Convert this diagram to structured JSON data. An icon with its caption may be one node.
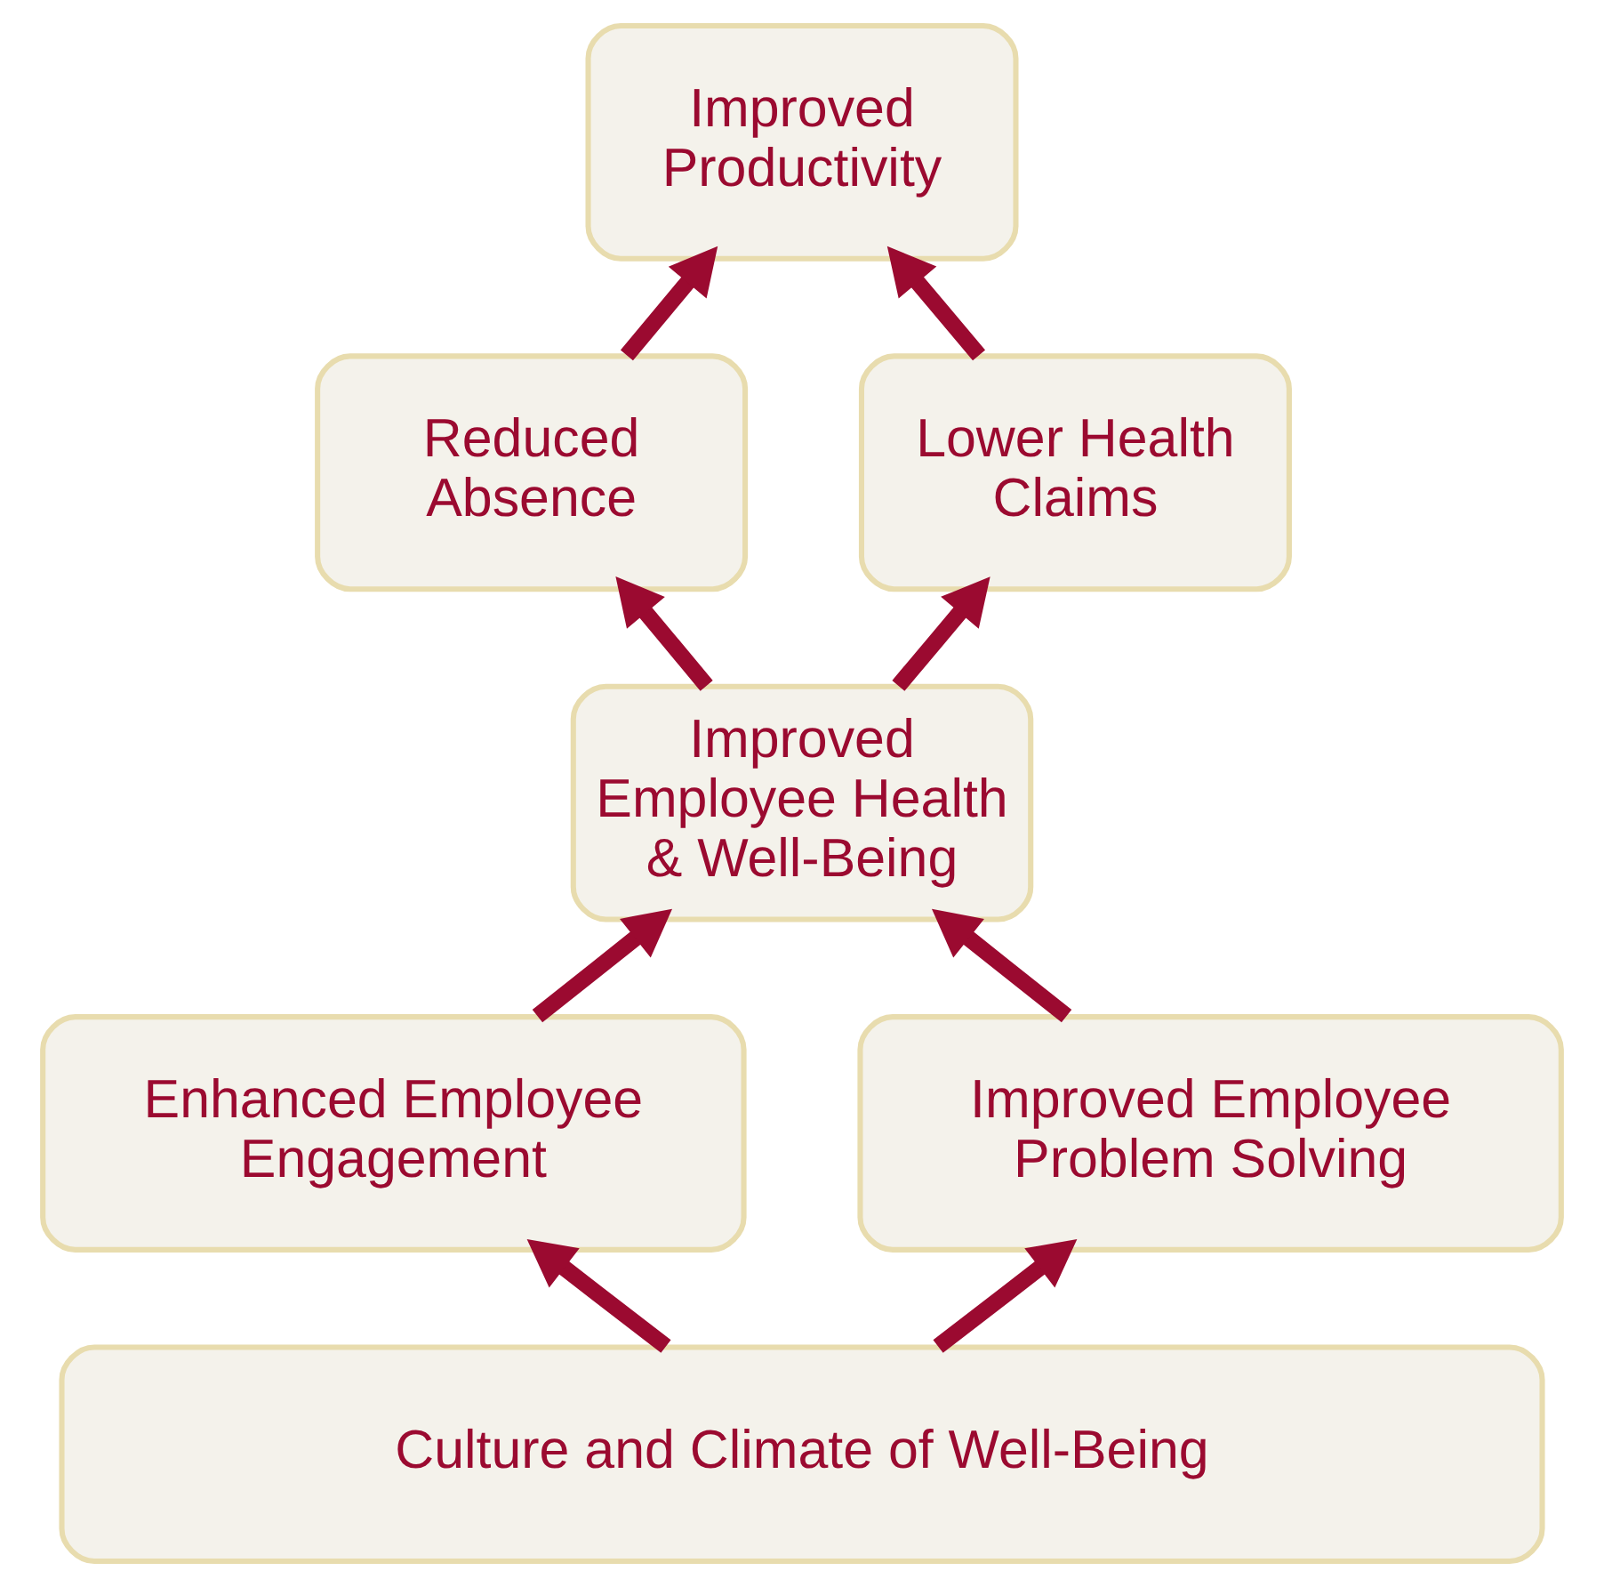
{
  "diagram": {
    "nodes": [
      {
        "text": [
          "Improved Productivity"
        ]
      },
      {
        "text": [
          "Reduced Absence"
        ]
      },
      {
        "text": [
          "Lower Health Claims"
        ]
      },
      {
        "text": [
          "Improved Employee Health & Well-Being"
        ]
      },
      {
        "text": [
          "Enhanced Employee Engagement"
        ]
      },
      {
        "text": [
          "Improved Employee Problem Solving"
        ]
      },
      {
        "text": [
          "Culture and Climate of Well-Being"
        ]
      }
    ],
    "edges": [
      {
        "from": 1,
        "to": 0,
        "arrow": "to"
      },
      {
        "from": 2,
        "to": 0,
        "arrow": "to"
      },
      {
        "from": 3,
        "to": 1,
        "arrow": "to"
      },
      {
        "from": 3,
        "to": 2,
        "arrow": "to"
      },
      {
        "from": 4,
        "to": 3,
        "arrow": "to"
      },
      {
        "from": 5,
        "to": 3,
        "arrow": "to"
      },
      {
        "from": 6,
        "to": 4,
        "arrow": "to"
      },
      {
        "from": 6,
        "to": 5,
        "arrow": "to"
      }
    ]
  }
}
